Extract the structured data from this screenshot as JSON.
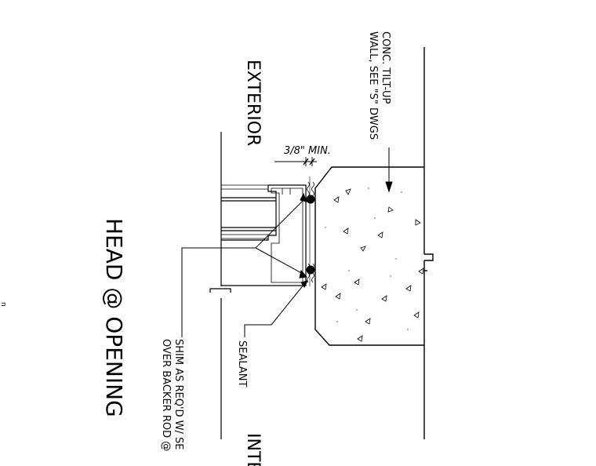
{
  "title": "HEAD @ OPENING",
  "labels": {
    "exterior": "EXTERIOR",
    "interior": "INTE",
    "wall_line1": "CONC. TILT-UP",
    "wall_line2": "WALL, SEE \"S\" DWGS",
    "gap": "3/8\" MIN.",
    "sealant": "SEALANT",
    "shim_line1": "SHIM AS REQ'D W/ SE",
    "shim_line2": "OVER BACKER ROD @",
    "edge_mark": "n"
  }
}
